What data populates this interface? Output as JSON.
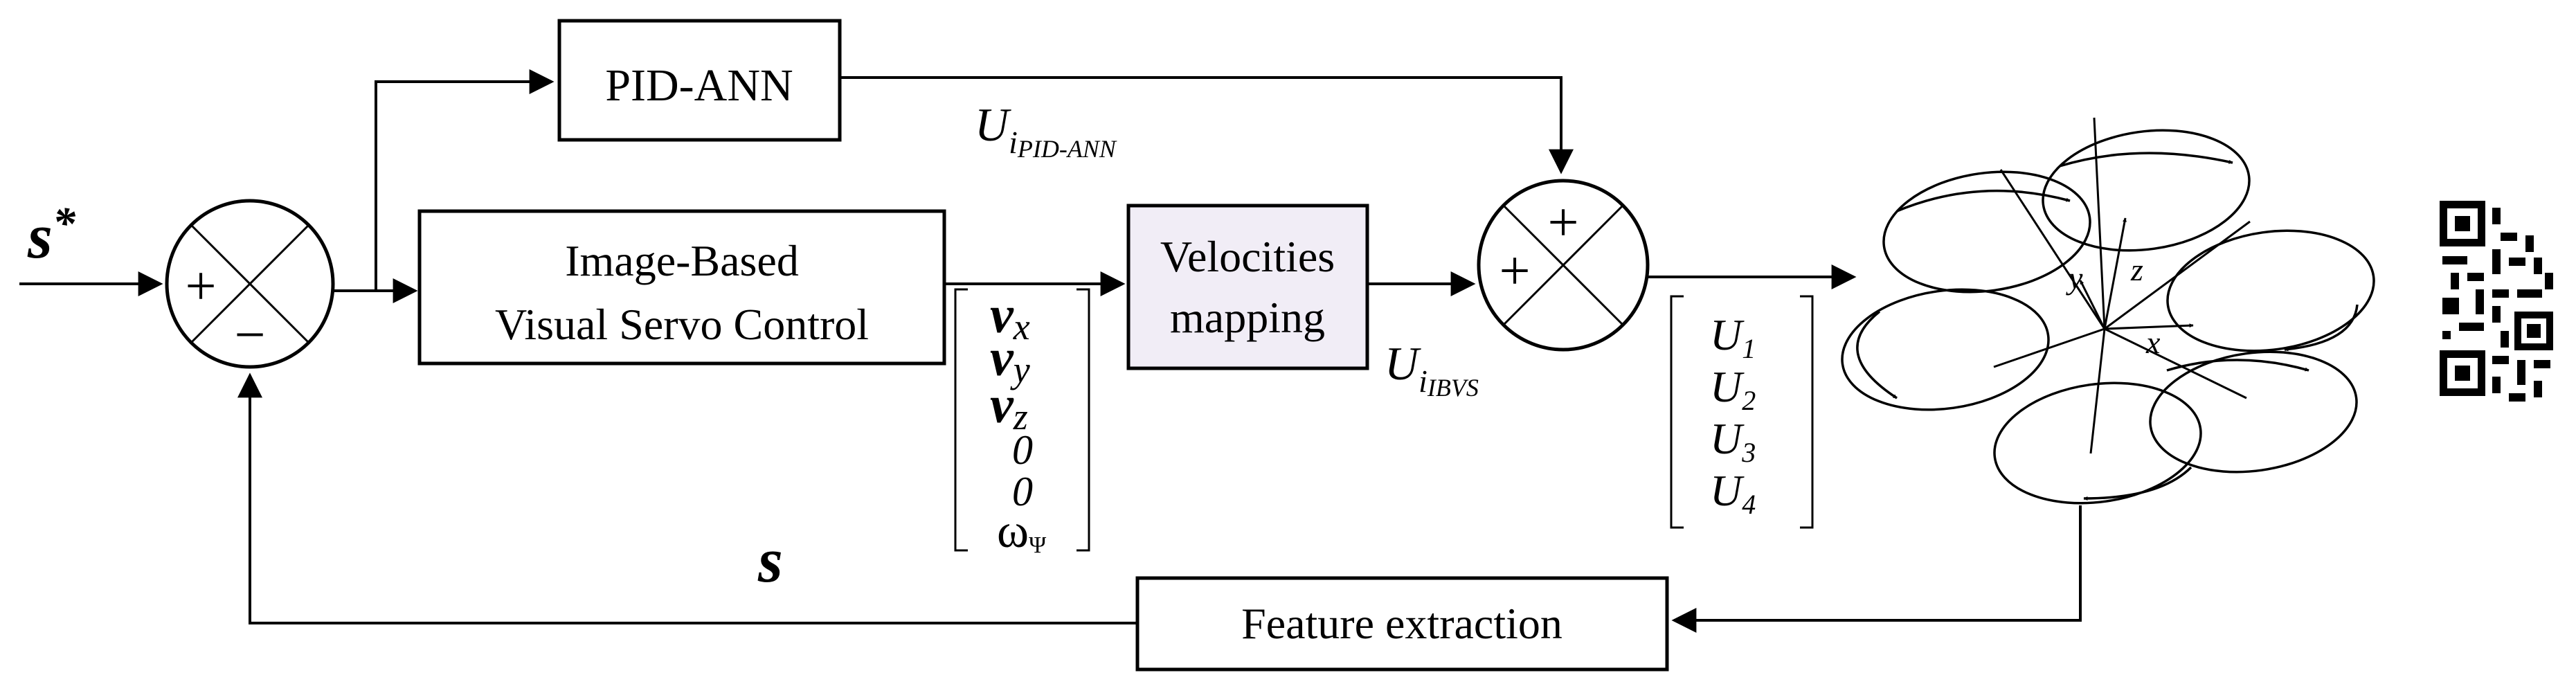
{
  "blocks": {
    "pid_ann": "PID-ANN",
    "ibvs_line1": "Image-Based",
    "ibvs_line2": "Visual Servo Control",
    "vel_line1": "Velocities",
    "vel_line2": "mapping",
    "feature": "Feature extraction"
  },
  "signals": {
    "reference": {
      "base": "s",
      "sup": "*"
    },
    "feedback": "s",
    "u_pid": {
      "base": "U",
      "sub": "i",
      "subsub": "PID-ANN"
    },
    "u_ibvs": {
      "base": "U",
      "sub": "i",
      "subsub": "IBVS"
    }
  },
  "signs": {
    "sum1_left": "+",
    "sum1_bottom": "−",
    "sum2_top": "+",
    "sum2_left": "+"
  },
  "velocity_vector": [
    {
      "base": "v",
      "sub": "x"
    },
    {
      "base": "v",
      "sub": "y"
    },
    {
      "base": "v",
      "sub": "z"
    },
    {
      "base": "0",
      "sub": ""
    },
    {
      "base": "0",
      "sub": ""
    },
    {
      "base": "ω",
      "sub": "Ψ"
    }
  ],
  "control_vector": [
    {
      "base": "U",
      "sub": "1"
    },
    {
      "base": "U",
      "sub": "2"
    },
    {
      "base": "U",
      "sub": "3"
    },
    {
      "base": "U",
      "sub": "4"
    }
  ],
  "drone_axes": {
    "x": "x",
    "y": "y",
    "z": "z"
  },
  "icons": [
    "hexacopter-icon",
    "qr-code-icon"
  ]
}
